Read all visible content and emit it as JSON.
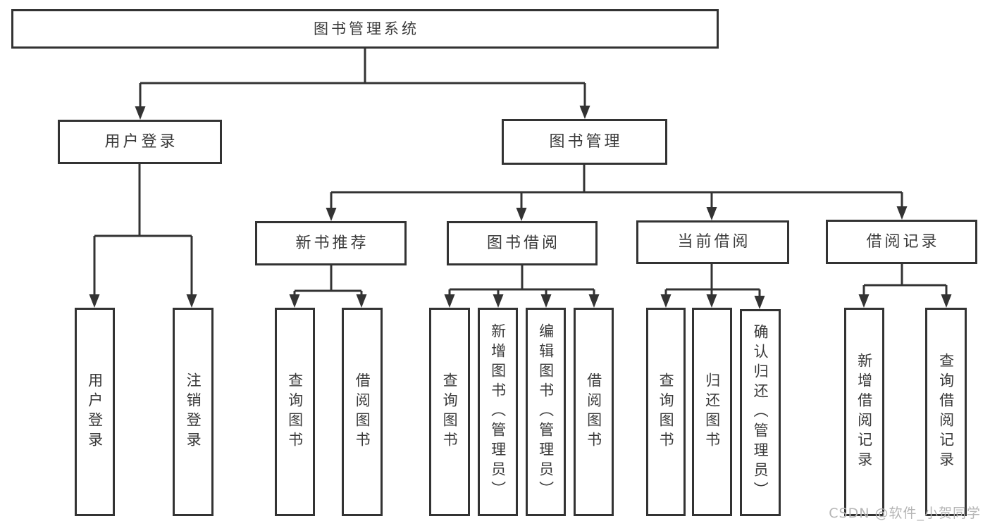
{
  "title": "图书管理系统",
  "colors": {
    "line": "#333333",
    "box_border": "#333333",
    "box_background": "#ffffff",
    "text": "#3a3a3a",
    "watermark": "#b5b5b5"
  },
  "watermark": {
    "text": "CSDN @软件_小贺同学"
  },
  "diagram": {
    "type": "org-tree",
    "nodes": [
      {
        "id": "root",
        "label": "图书管理系统",
        "parent": null
      },
      {
        "id": "user-login-group",
        "label": "用户登录",
        "parent": "root"
      },
      {
        "id": "book-mgmt",
        "label": "图书管理",
        "parent": "root"
      },
      {
        "id": "leaf-user-login",
        "label": "用户登录",
        "parent": "user-login-group"
      },
      {
        "id": "leaf-logout",
        "label": "注销登录",
        "parent": "user-login-group"
      },
      {
        "id": "new-book-recommend",
        "label": "新书推荐",
        "parent": "book-mgmt"
      },
      {
        "id": "book-borrow",
        "label": "图书借阅",
        "parent": "book-mgmt"
      },
      {
        "id": "current-borrow",
        "label": "当前借阅",
        "parent": "book-mgmt"
      },
      {
        "id": "borrow-records",
        "label": "借阅记录",
        "parent": "book-mgmt"
      },
      {
        "id": "leaf-nb-query-book",
        "label": "查询图书",
        "parent": "new-book-recommend"
      },
      {
        "id": "leaf-nb-borrow-book",
        "label": "借阅图书",
        "parent": "new-book-recommend"
      },
      {
        "id": "leaf-bb-query-book",
        "label": "查询图书",
        "parent": "book-borrow"
      },
      {
        "id": "leaf-bb-add-book",
        "label": "新增图书（管理员）",
        "parent": "book-borrow"
      },
      {
        "id": "leaf-bb-edit-book",
        "label": "编辑图书（管理员）",
        "parent": "book-borrow"
      },
      {
        "id": "leaf-bb-borrow-book",
        "label": "借阅图书",
        "parent": "book-borrow"
      },
      {
        "id": "leaf-cb-query-book",
        "label": "查询图书",
        "parent": "current-borrow"
      },
      {
        "id": "leaf-cb-return-book",
        "label": "归还图书",
        "parent": "current-borrow"
      },
      {
        "id": "leaf-cb-confirm-return",
        "label": "确认归还（管理员）",
        "parent": "current-borrow"
      },
      {
        "id": "leaf-br-add-record",
        "label": "新增借阅记录",
        "parent": "borrow-records"
      },
      {
        "id": "leaf-br-query-record",
        "label": "查询借阅记录",
        "parent": "borrow-records"
      }
    ]
  }
}
